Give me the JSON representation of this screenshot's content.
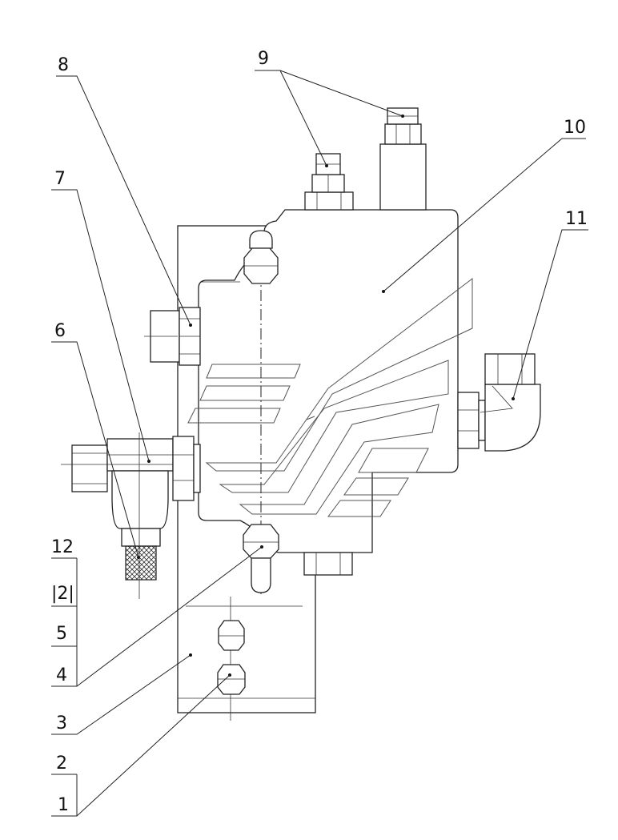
{
  "callouts": {
    "c1": "1",
    "c2": "2",
    "c3": "3",
    "c4": "4",
    "c5": "5",
    "c6": "6",
    "c7": "7",
    "c8": "8",
    "c9": "9",
    "c10": "10",
    "c11": "11",
    "c12": "12",
    "c121": "|2|"
  }
}
